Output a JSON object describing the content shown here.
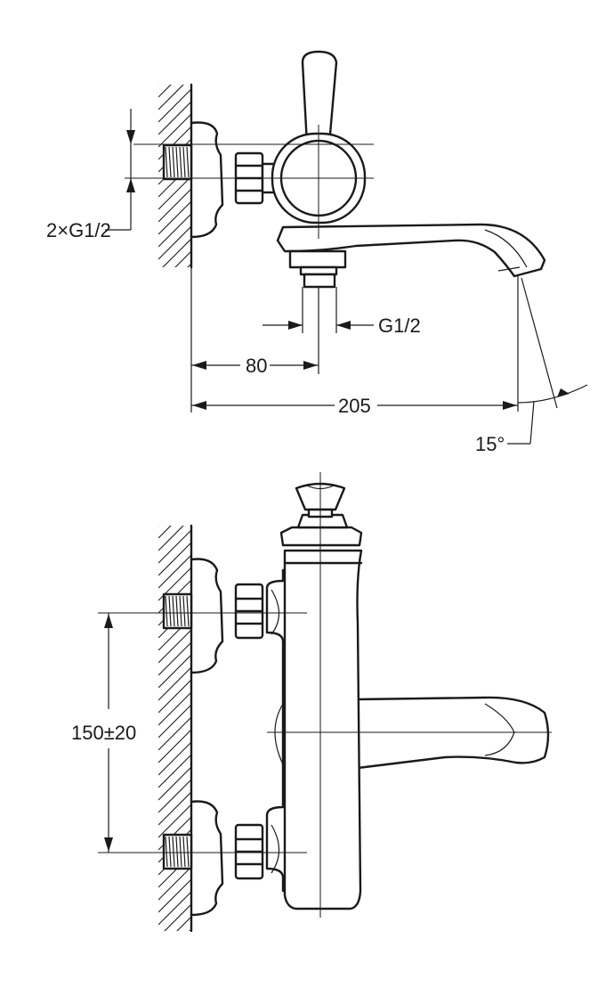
{
  "labels": {
    "inlet_thread": "2×G1/2",
    "outlet_thread": "G1/2",
    "dim_80": "80",
    "dim_205": "205",
    "angle": "15°",
    "centers": "150±20"
  }
}
